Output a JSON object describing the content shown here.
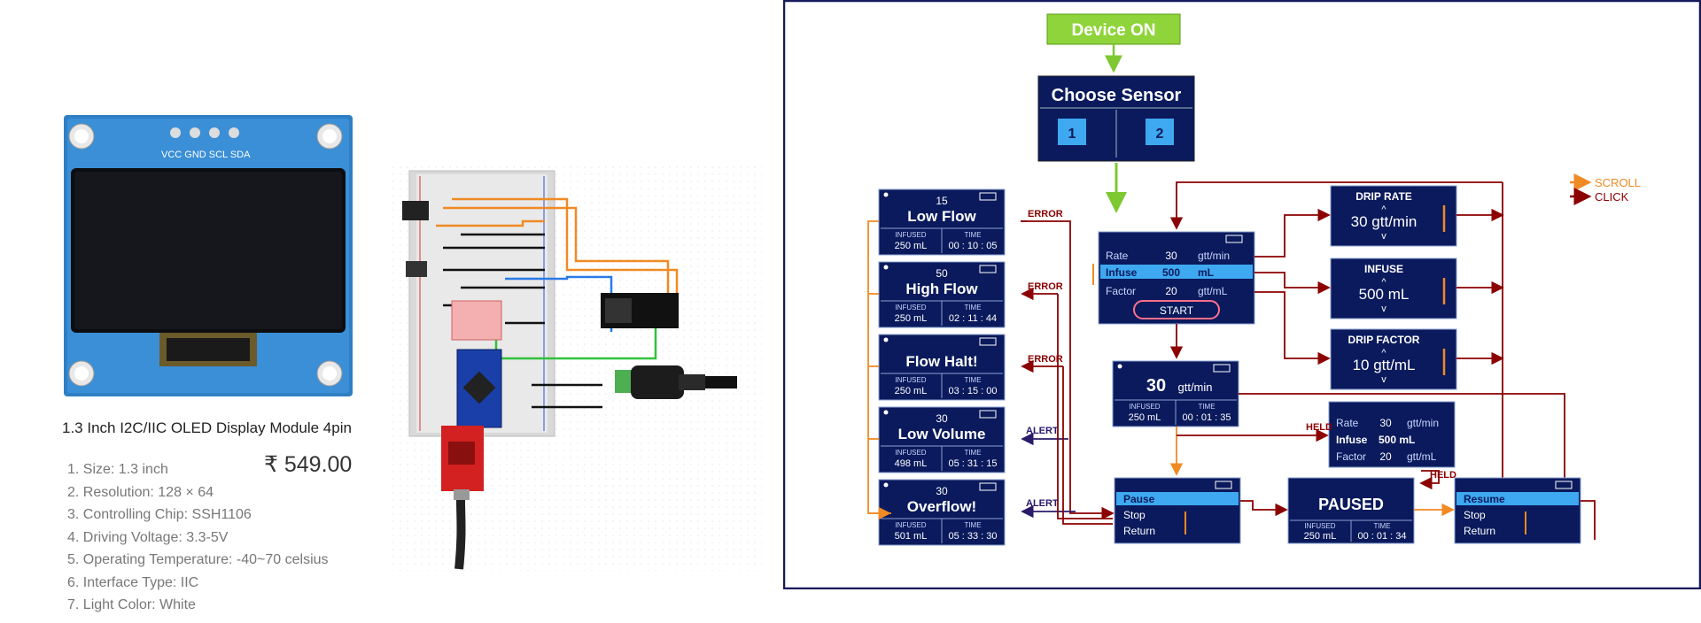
{
  "product": {
    "title": "1.3 Inch I2C/IIC OLED Display Module 4pin",
    "price": "₹ 549.00",
    "pin_labels": "VCC GND SCL SDA",
    "specs": [
      "1. Size: 1.3 inch",
      "2. Resolution: 128 × 64",
      "3. Controlling Chip: SSH1106",
      "4. Driving Voltage: 3.3-5V",
      "5. Operating Temperature: -40~70 celsius",
      "6. Interface Type: IIC",
      "7. Light Color: White"
    ]
  },
  "flow": {
    "device_on": "Device ON",
    "choose_sensor": "Choose Sensor",
    "sensor_1": "1",
    "sensor_2": "2",
    "legend_scroll": "SCROLL",
    "legend_click": "CLICK",
    "colors": {
      "scroll": "#f08a24",
      "click": "#8b0000",
      "green": "#7ec832",
      "screen": "#0a1a5c",
      "highlight": "#3ea8f0"
    },
    "alerts": [
      {
        "num": "15",
        "title": "Low Flow",
        "infused_label": "INFUSED",
        "infused": "250 mL",
        "time_label": "TIME",
        "time": "00 : 10 : 05",
        "tag": "ERROR"
      },
      {
        "num": "50",
        "title": "High Flow",
        "infused_label": "INFUSED",
        "infused": "250 mL",
        "time_label": "TIME",
        "time": "02 : 11 : 44",
        "tag": "ERROR"
      },
      {
        "num": "",
        "title": "Flow Halt!",
        "infused_label": "INFUSED",
        "infused": "250 mL",
        "time_label": "TIME",
        "time": "03 : 15 : 00",
        "tag": "ERROR"
      },
      {
        "num": "30",
        "title": "Low Volume",
        "infused_label": "INFUSED",
        "infused": "498 mL",
        "time_label": "TIME",
        "time": "05 : 31 : 15",
        "tag": "ALERT"
      },
      {
        "num": "30",
        "title": "Overflow!",
        "infused_label": "INFUSED",
        "infused": "501 mL",
        "time_label": "TIME",
        "time": "05 : 33 : 30",
        "tag": "ALERT"
      }
    ],
    "setup": {
      "rate_label": "Rate",
      "rate_value": "30",
      "rate_unit": "gtt/min",
      "infuse_label": "Infuse",
      "infuse_value": "500",
      "infuse_unit": "mL",
      "factor_label": "Factor",
      "factor_value": "20",
      "factor_unit": "gtt/mL",
      "start": "START"
    },
    "drip_rate": {
      "title": "DRIP RATE",
      "value": "30 gtt/min"
    },
    "infuse": {
      "title": "INFUSE",
      "value": "500 mL"
    },
    "drip_factor": {
      "title": "DRIP FACTOR",
      "value": "10 gtt/mL"
    },
    "running": {
      "value": "30",
      "unit": "gtt/min",
      "infused_label": "INFUSED",
      "infused": "250 mL",
      "time_label": "TIME",
      "time": "00 : 01 : 35"
    },
    "held": {
      "rate_label": "Rate",
      "rate": "30",
      "rate_unit": "gtt/min",
      "infuse_label": "Infuse",
      "infuse": "500 mL",
      "factor_label": "Factor",
      "factor": "20",
      "factor_unit": "gtt/mL",
      "tag": "HELD"
    },
    "held2": "HELD",
    "menu1": {
      "item1": "Pause",
      "item2": "Stop",
      "item3": "Return"
    },
    "paused": {
      "title": "PAUSED",
      "infused_label": "INFUSED",
      "infused": "250 mL",
      "time_label": "TIME",
      "time": "00 : 01 : 34"
    },
    "menu2": {
      "item1": "Resume",
      "item2": "Stop",
      "item3": "Return"
    }
  }
}
